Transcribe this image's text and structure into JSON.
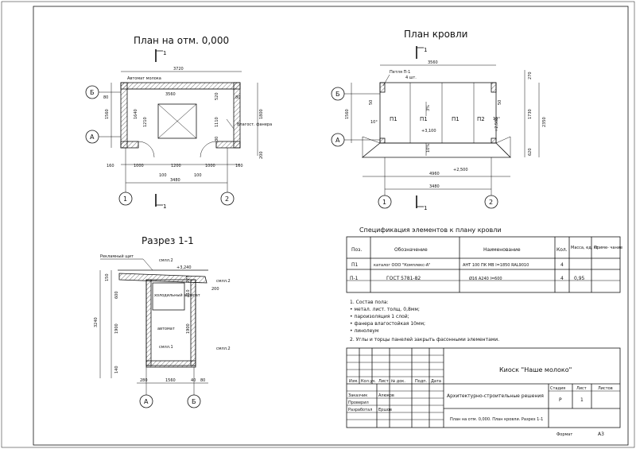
{
  "plan": {
    "title": "План на отм. 0,000",
    "cut_marker": "1",
    "dims": {
      "overall_top": "3720",
      "inner_top": "3560",
      "overall_bottom": "3480",
      "seg_160": "160",
      "seg_1000a": "1000",
      "seg_1200": "1200",
      "seg_1000b": "1000",
      "sub_100a": "100",
      "sub_100b": "100",
      "left_80": "80",
      "left_1560": "1560",
      "left_1640": "1640",
      "left_1210": "1210",
      "right_520": "520",
      "right_1110": "1110",
      "right_30": "30",
      "right_1800": "1800",
      "right_200": "200",
      "right_80": "80"
    },
    "labels": {
      "awning": "Автомат молока",
      "plywood": "Влагост. фанера"
    },
    "axes": {
      "B": "Б",
      "A": "А",
      "n1": "1",
      "n2": "2"
    }
  },
  "roof": {
    "title": "План кровли",
    "cut_marker": "1",
    "dims": {
      "top": "3560",
      "bottom_inner": "4960",
      "bottom_overall": "3480",
      "right_270": "270",
      "right_1730": "1730",
      "right_2350": "2350",
      "right_620": "620",
      "left_1560": "1560",
      "left_50": "50",
      "right_50": "50"
    },
    "labels": {
      "loop": "Петля П-1",
      "loop_qty": "4 шт.",
      "p1a": "П1",
      "p1b": "П1",
      "p1c": "П1",
      "p2": "П2",
      "slope_left": "10°",
      "slope_right": "10°",
      "slope_top": "3%",
      "slope_bottom": "10%",
      "elev_3100": "+3,100",
      "elev_2500r": "+2,500",
      "elev_2500b": "+2,500"
    },
    "axes": {
      "B": "Б",
      "A": "А",
      "n1": "1",
      "n2": "2"
    }
  },
  "section": {
    "title": "Разрез 1-1",
    "labels": {
      "ad_board": "Рекламный щит",
      "smll2a": "смлл.2",
      "smll2b": "смлл.2",
      "smll2c": "смлл.2",
      "smll1": "смлл.1",
      "fridge": "холодильный агрегат",
      "automat": "автомат"
    },
    "dims": {
      "h3240": "3240",
      "h1900a": "1900",
      "h1900b": "1900",
      "h600": "600",
      "h150": "150",
      "h140": "140",
      "w1560": "1560",
      "w280": "280",
      "w40": "40",
      "w80": "80",
      "h200": "200",
      "h275": "275",
      "h410": "410",
      "elev": "+3,240"
    },
    "axes": {
      "A": "А",
      "B": "Б"
    }
  },
  "spec": {
    "title": "Спецификация элементов к плану кровли",
    "headers": {
      "pos": "Поз.",
      "designation": "Обозначение",
      "name": "Наименование",
      "qty": "Кол.",
      "mass": "Масса, ед. кг",
      "note": "Приме- чание"
    },
    "rows": [
      {
        "pos": "П1",
        "designation": "каталог ООО \"Комплекс-А\"",
        "name": "АНТ 100 ПК МВ   l=1850   RAL9010",
        "qty": "4",
        "mass": "",
        "note": ""
      },
      {
        "pos": "П-1",
        "designation": "ГОСТ 5781-82",
        "name": "Ø16 A240 l=600",
        "qty": "4",
        "mass": "0,95",
        "note": ""
      }
    ]
  },
  "notes": [
    "1.  Состав пола:",
    "•     метал. лист. толщ. 0,8мм;",
    "•     пароизоляция 1 слой;",
    "•     фанера влагостойкая 10мм;",
    "•     линолеум",
    "2. Углы и торцы панелей закрыть фасонными элементами."
  ],
  "stamp": {
    "col_headers": [
      "Изм.",
      "Кол.уч.",
      "Лист",
      "№ док.",
      "Подп.",
      "Дата"
    ],
    "project": "Киоск \"Наше молоко\"",
    "section_name": "Архитектурно-строительные решения",
    "sheet_name": "План на отм. 0,000. План кровли. Разрез 1-1",
    "stage_header": "Стадия",
    "sheet_header": "Лист",
    "sheets_header": "Листов",
    "stage": "Р",
    "sheet": "1",
    "sheets": "",
    "roles": [
      {
        "role": "Заказчик",
        "name": "Алюков"
      },
      {
        "role": "Проверил",
        "name": ""
      },
      {
        "role": "Разработал",
        "name": "Ершов"
      }
    ],
    "format_label": "Формат",
    "format": "А3"
  }
}
